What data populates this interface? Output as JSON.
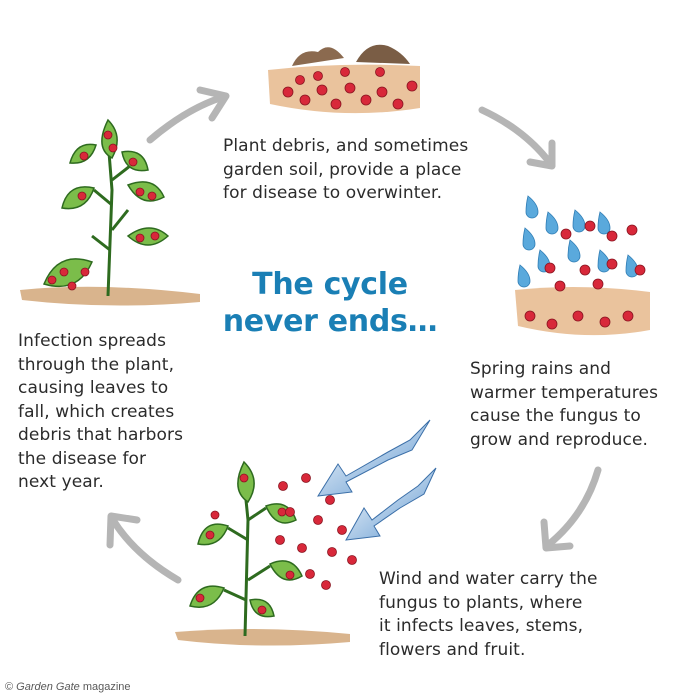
{
  "title": "The cycle\nnever ends…",
  "steps": [
    {
      "id": "debris",
      "text": "Plant debris, and sometimes\ngarden soil, provide a place\nfor disease to overwinter."
    },
    {
      "id": "rain",
      "text": "Spring rains and\nwarmer temperatures\ncause the fungus to\ngrow and reproduce."
    },
    {
      "id": "wind",
      "text": "Wind and water carry the\nfungus to plants, where\nit infects leaves, stems,\nflowers and fruit."
    },
    {
      "id": "spread",
      "text": "Infection spreads\nthrough the plant,\ncausing leaves to\nfall, which creates\ndebris that harbors\nthe disease for\nnext year."
    }
  ],
  "credit": {
    "symbol": "©",
    "brand": "Garden Gate",
    "suffix": "magazine"
  },
  "colors": {
    "title": "#1a7fb5",
    "text": "#2b2b2b",
    "cycle_arrow": "#b5b5b5",
    "spore": "#d8283a",
    "leaf": "#7bbd4a",
    "soil": "#e6b98c",
    "rain_drop": "#5aa9dc",
    "wind_arrow": "#6fa6d8"
  }
}
